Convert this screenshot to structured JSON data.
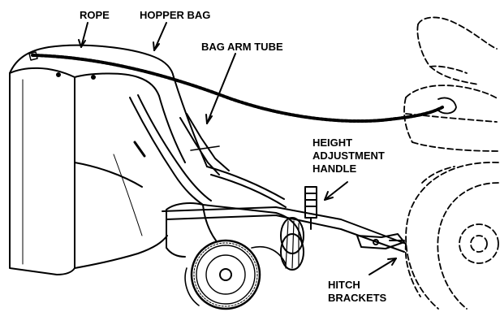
{
  "callouts": {
    "rope": "ROPE",
    "hopper_bag": "HOPPER BAG",
    "bag_arm_tube": "BAG ARM TUBE",
    "height_adjustment_handle": [
      "HEIGHT",
      "ADJUSTMENT",
      "HANDLE"
    ],
    "hitch_brackets": [
      "HITCH",
      "BRACKETS"
    ]
  },
  "colors": {
    "ink": "#000000",
    "paper": "#ffffff"
  }
}
